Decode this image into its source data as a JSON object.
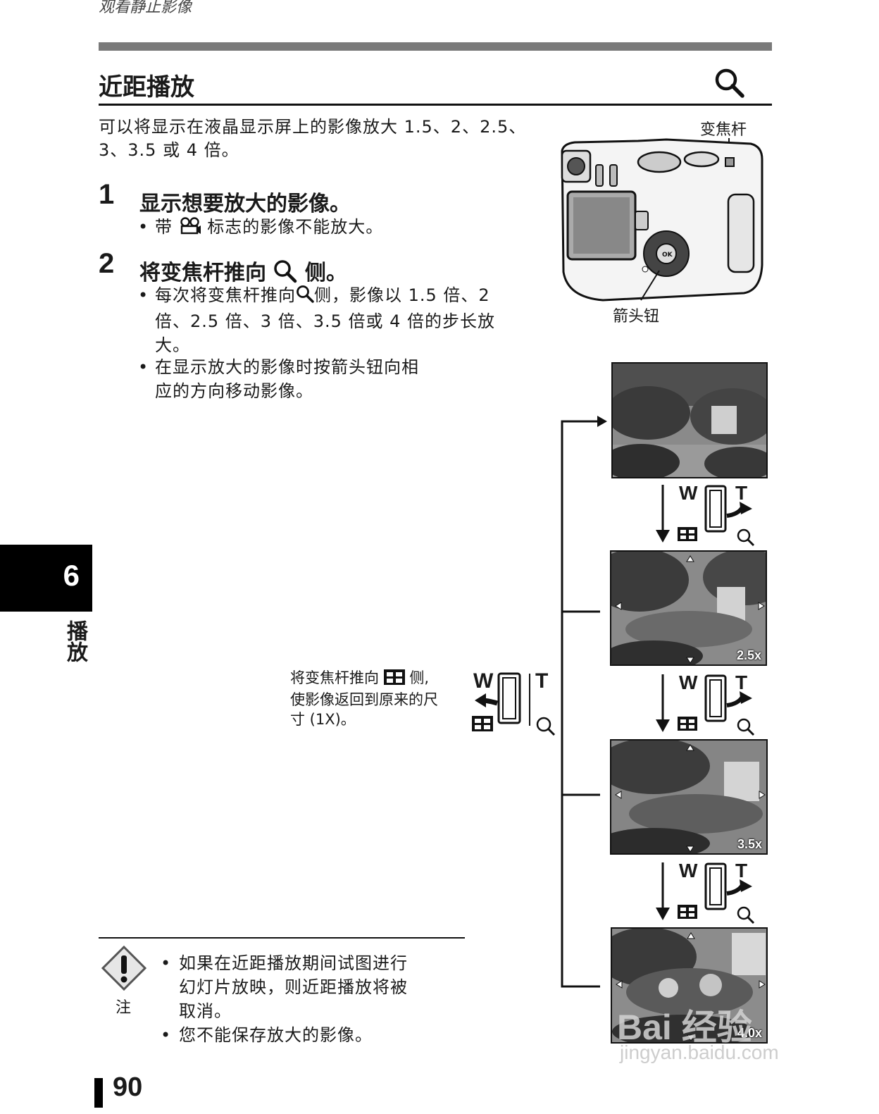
{
  "header": {
    "running_head": "观看静止影像",
    "section_title": "近距播放"
  },
  "intro": "可以将显示在液晶显示屏上的影像放大 1.5、2、2.5、3、3.5 或 4 倍。",
  "steps": [
    {
      "num": "1",
      "heading": "显示想要放大的影像。",
      "bullets": [
        {
          "pre": "带 ",
          "icon": "movie-icon",
          "post": " 标志的影像不能放大。"
        }
      ]
    },
    {
      "num": "2",
      "heading_pre": "将变焦杆推向 ",
      "heading_icon": "magnifier-icon",
      "heading_post": " 侧。",
      "bullets": [
        {
          "line1_pre": "每次将变焦杆推向",
          "line1_icon": "magnifier-icon",
          "line1_post": "侧，影像以 1.5 倍、2",
          "line2": "倍、2.5 倍、3 倍、3.5 倍或 4 倍的步长放",
          "line3": "大。"
        },
        {
          "line1": "在显示放大的影像时按箭头钮向相",
          "line2": "应的方向移动影像。"
        }
      ]
    }
  ],
  "camera": {
    "zoom_lever_label": "变焦杆",
    "arrow_button_label": "箭头钮"
  },
  "lever": {
    "wide": "W",
    "tele": "T"
  },
  "return_note": {
    "line1_pre": "将变焦杆推向 ",
    "line1_icon": "index-grid-icon",
    "line1_post": " 侧,",
    "line2": "使影像返回到原来的尺",
    "line3": "寸 (1X)。"
  },
  "photos": [
    {
      "zoom": ""
    },
    {
      "zoom": "2.5x"
    },
    {
      "zoom": "3.5x"
    },
    {
      "zoom": "4.0x"
    }
  ],
  "side_tab": {
    "number": "6",
    "label": "播放"
  },
  "note": {
    "icon_label": "注",
    "bullets": [
      {
        "line1": "如果在近距播放期间试图进行",
        "line2": "幻灯片放映，则近距播放将被",
        "line3": "取消。"
      },
      {
        "line1": "您不能保存放大的影像。"
      }
    ]
  },
  "page_number": "90",
  "watermark": {
    "brand": "Bai 经验",
    "url": "jingyan.baidu.com"
  }
}
